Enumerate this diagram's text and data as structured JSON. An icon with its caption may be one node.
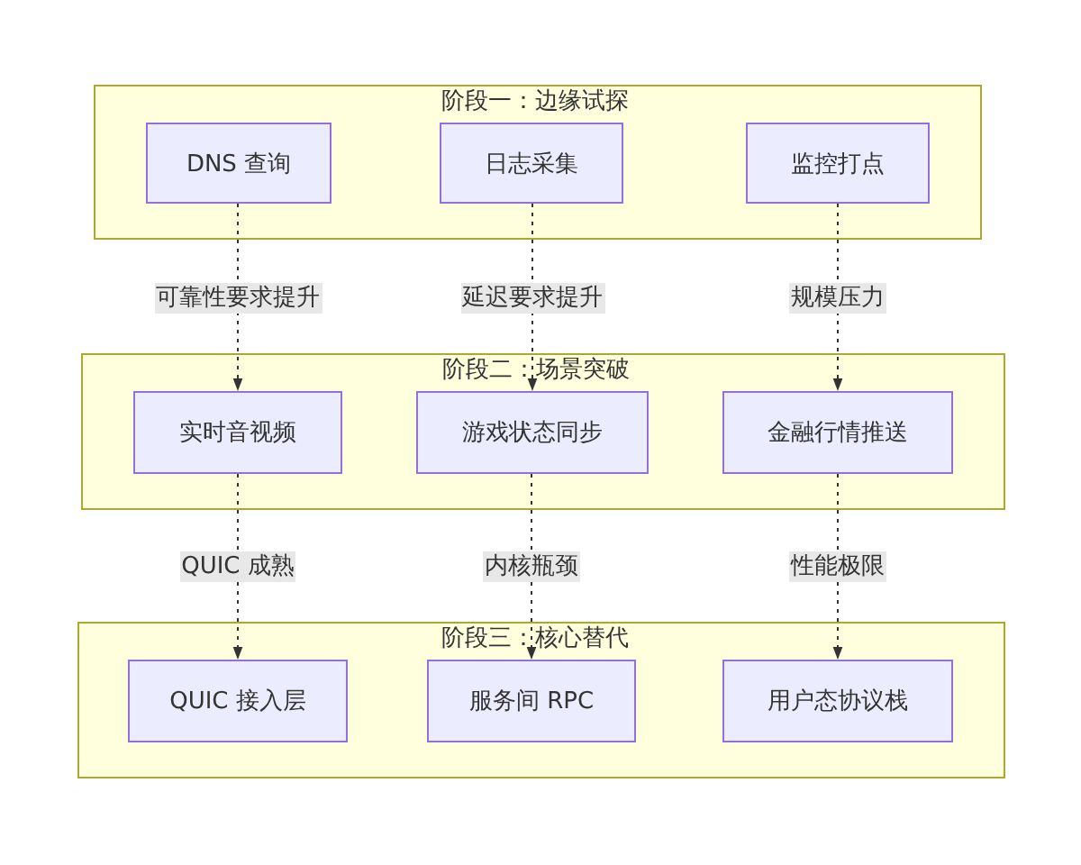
{
  "diagram": {
    "nodes": [
      {
        "text": [
          "阶段一：边缘试探"
        ]
      },
      {
        "text": [
          "DNS 查询"
        ],
        "in": 0
      },
      {
        "text": [
          "日志采集"
        ],
        "in": 0
      },
      {
        "text": [
          "监控打点"
        ],
        "in": 0
      },
      {
        "text": [
          "阶段二：场景突破"
        ]
      },
      {
        "text": [
          "实时音视频"
        ],
        "in": 4
      },
      {
        "text": [
          "游戏状态同步"
        ],
        "in": 4
      },
      {
        "text": [
          "金融行情推送"
        ],
        "in": 4
      },
      {
        "text": [
          "阶段三：核心替代"
        ]
      },
      {
        "text": [
          "QUIC 接入层"
        ],
        "in": 8
      },
      {
        "text": [
          "服务间 RPC"
        ],
        "in": 8
      },
      {
        "text": [
          "用户态协议栈"
        ],
        "in": 8
      }
    ],
    "edges": [
      {
        "from": 1,
        "to": 5,
        "arrow": "to",
        "label": "可靠性要求提升",
        "style": "dashed"
      },
      {
        "from": 2,
        "to": 6,
        "arrow": "to",
        "label": "延迟要求提升",
        "style": "dashed"
      },
      {
        "from": 3,
        "to": 7,
        "arrow": "to",
        "label": "规模压力",
        "style": "dashed"
      },
      {
        "from": 5,
        "to": 9,
        "arrow": "to",
        "label": "QUIC 成熟",
        "style": "dashed"
      },
      {
        "from": 6,
        "to": 10,
        "arrow": "to",
        "label": "内核瓶颈",
        "style": "dashed"
      },
      {
        "from": 7,
        "to": 11,
        "arrow": "to",
        "label": "性能极限",
        "style": "dashed"
      }
    ]
  }
}
